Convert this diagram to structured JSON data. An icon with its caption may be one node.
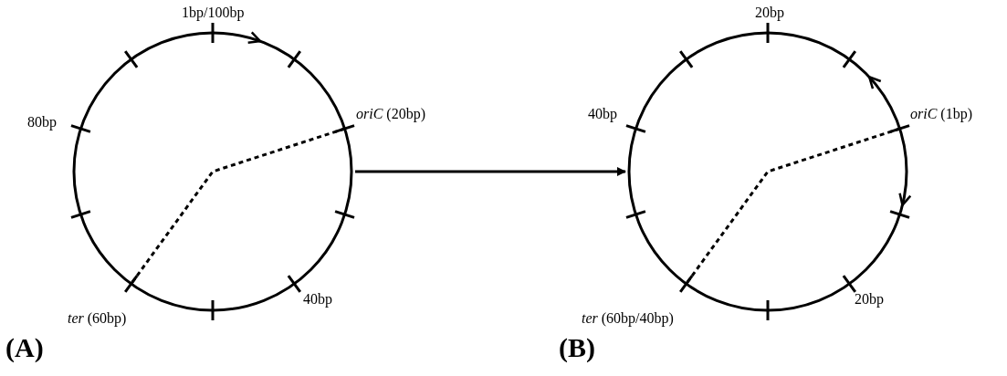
{
  "diagram": {
    "nodes": [
      {
        "text": [],
        "shape": "circle"
      },
      {
        "text": [],
        "shape": "circle"
      }
    ],
    "edges": [
      {
        "from": 0,
        "to": 1,
        "arrow": "to"
      }
    ],
    "labels": [
      "1bp/100bp",
      "80bp",
      "*oriC* (20bp)",
      "*ter* (60bp)",
      "40bp",
      "(A)",
      "20bp",
      "40bp",
      "*oriC* (1bp)",
      "20bp",
      "*ter* (60bp/40bp)",
      "(B)"
    ]
  }
}
